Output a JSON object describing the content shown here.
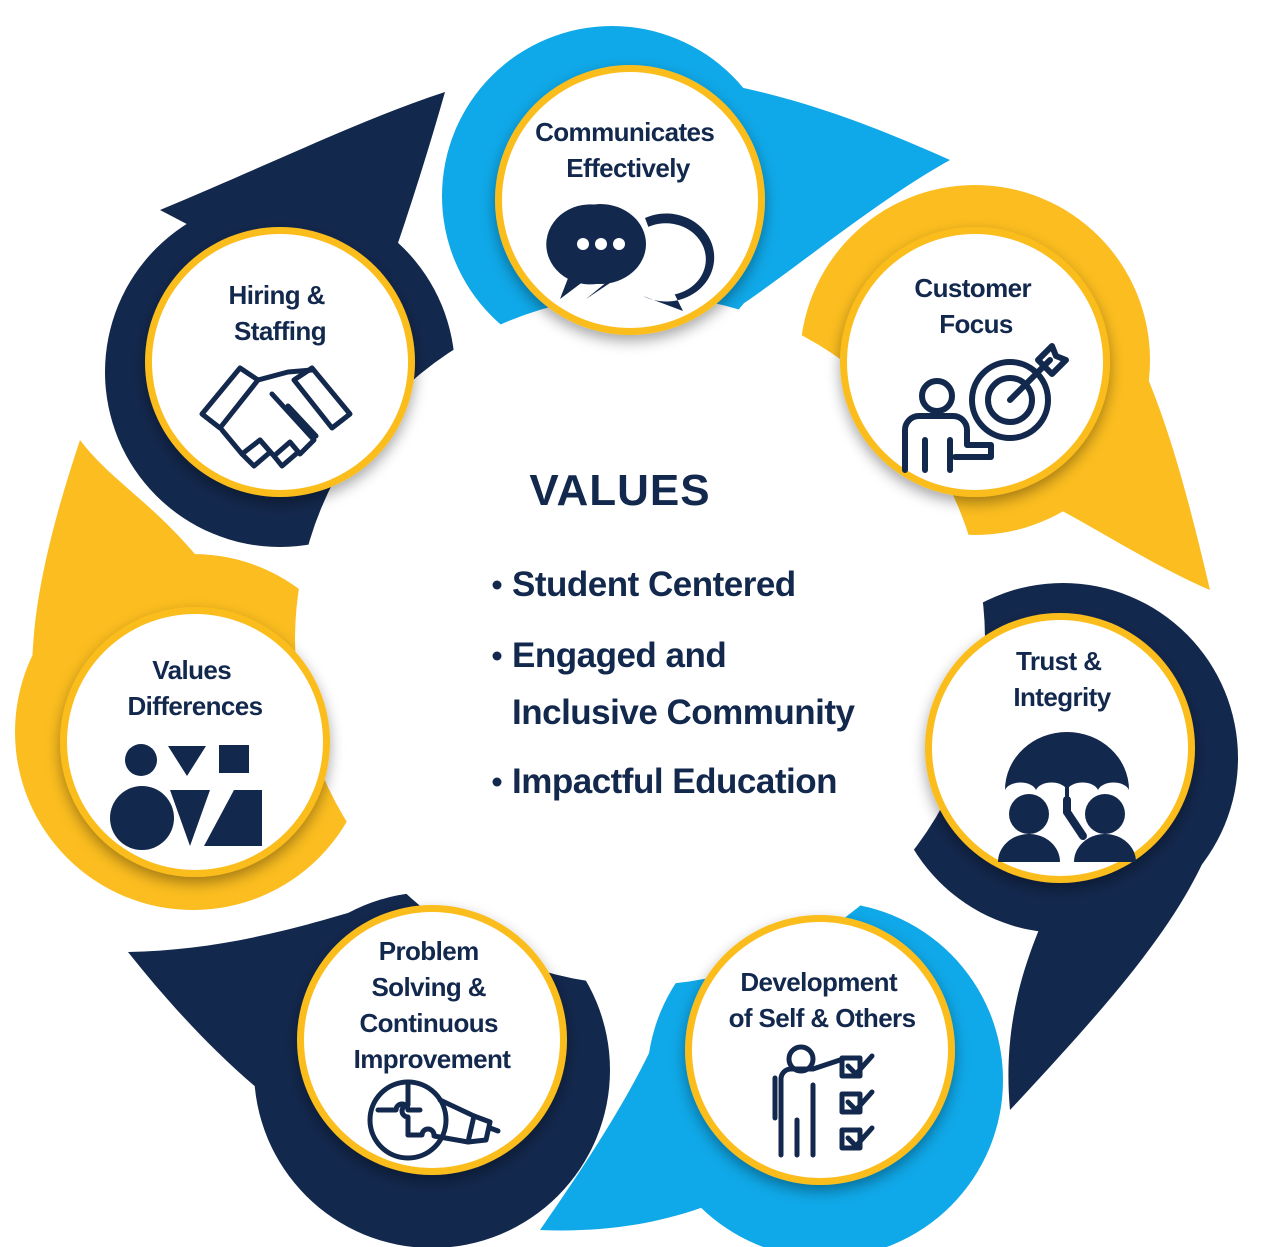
{
  "center": {
    "title": "VALUES",
    "items": [
      {
        "lines": [
          "Student Centered"
        ]
      },
      {
        "lines": [
          "Engaged and",
          "Inclusive Community"
        ]
      },
      {
        "lines": [
          "Impactful Education"
        ]
      }
    ]
  },
  "competencies": [
    {
      "lines": [
        "Communicates",
        "Effectively"
      ],
      "icon": "speech-bubbles-icon",
      "color": "#0fa8e8"
    },
    {
      "lines": [
        "Customer",
        "Focus"
      ],
      "icon": "target-person-icon",
      "color": "#fbbd1f"
    },
    {
      "lines": [
        "Trust &",
        "Integrity"
      ],
      "icon": "umbrella-people-icon",
      "color": "#13284d"
    },
    {
      "lines": [
        "Development",
        "of Self & Others"
      ],
      "icon": "presenter-checklist-icon",
      "color": "#0fa8e8"
    },
    {
      "lines": [
        "Problem",
        "Solving &",
        "Continuous",
        "Improvement"
      ],
      "icon": "puzzle-lightbulb-icon",
      "color": "#13284d"
    },
    {
      "lines": [
        "Values",
        "Differences"
      ],
      "icon": "shapes-icon",
      "color": "#fbbd1f"
    },
    {
      "lines": [
        "Hiring &",
        "Staffing"
      ],
      "icon": "handshake-icon",
      "color": "#13284d"
    }
  ],
  "colors": {
    "navy": "#13284d",
    "sky": "#0fa8e8",
    "gold": "#fbbd1f",
    "ring": "#fbbd1f",
    "white": "#ffffff"
  }
}
